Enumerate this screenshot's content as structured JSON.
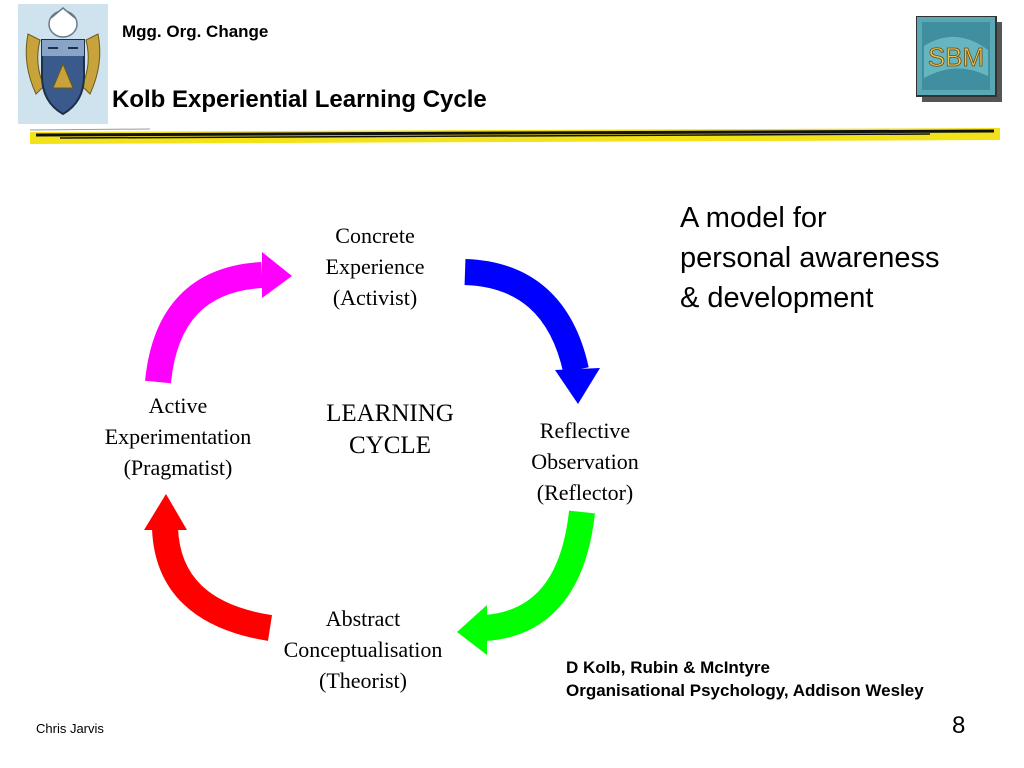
{
  "header": {
    "course": "Mgg. Org. Change",
    "title": "Kolb Experiential Learning Cycle",
    "logo_text": "SBM"
  },
  "diagram": {
    "center_label": "LEARNING\nCYCLE",
    "stages": {
      "concrete": "Concrete\nExperience\n(Activist)",
      "reflective": "Reflective\nObservation\n(Reflector)",
      "abstract": "Abstract\nConceptualisation\n(Theorist)",
      "active": "Active\nExperimentation\n(Pragmatist)"
    },
    "arrow_colors": {
      "concrete_to_reflective": "#0000ff",
      "reflective_to_abstract": "#00ff00",
      "abstract_to_active": "#ff0000",
      "active_to_concrete": "#ff00ff"
    }
  },
  "side_note": "A model for\npersonal awareness\n& development",
  "reference": {
    "line1": "D Kolb, Rubin & McIntyre",
    "line2": "Organisational Psychology, Addison Wesley"
  },
  "footer": {
    "author": "Chris Jarvis",
    "page": "8"
  }
}
